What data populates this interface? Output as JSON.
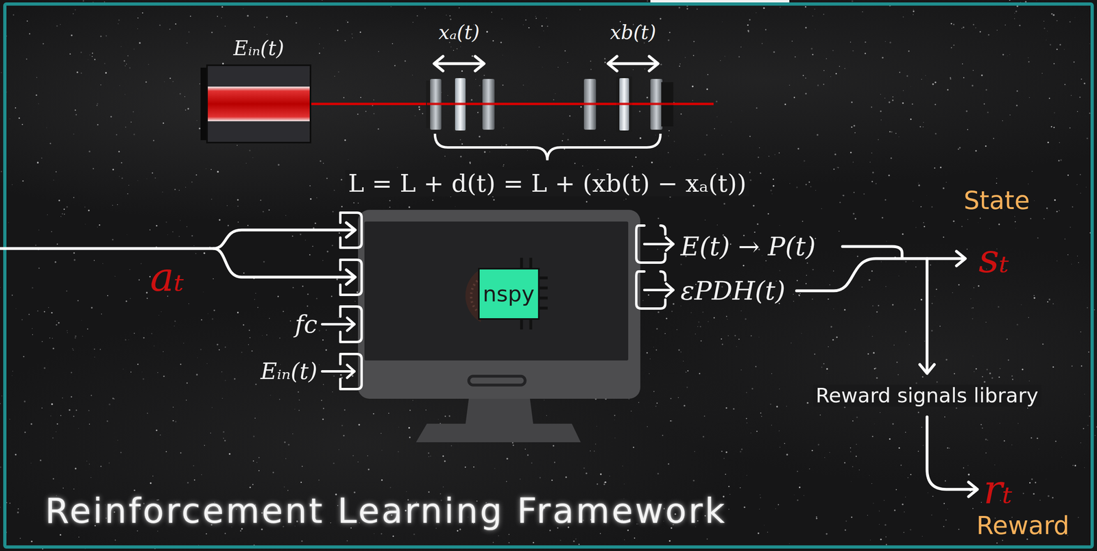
{
  "diagram": {
    "title": "Reinforcement Learning Framework",
    "nodes": [
      {
        "text": [
          "Eᵢₙ(t)"
        ]
      },
      {
        "text": [
          "nspy"
        ]
      }
    ],
    "labels": [
      "xₐ(t)",
      "xb(t)",
      "L = L + d(t) = L + (xb(t) − xₐ(t))",
      "aₜ",
      "fc",
      "Eᵢₙ(t)",
      "E(t) → P(t)",
      "εPDH(t)",
      "State",
      "sₜ",
      "Reward signals library",
      "rₜ",
      "Reward"
    ]
  }
}
